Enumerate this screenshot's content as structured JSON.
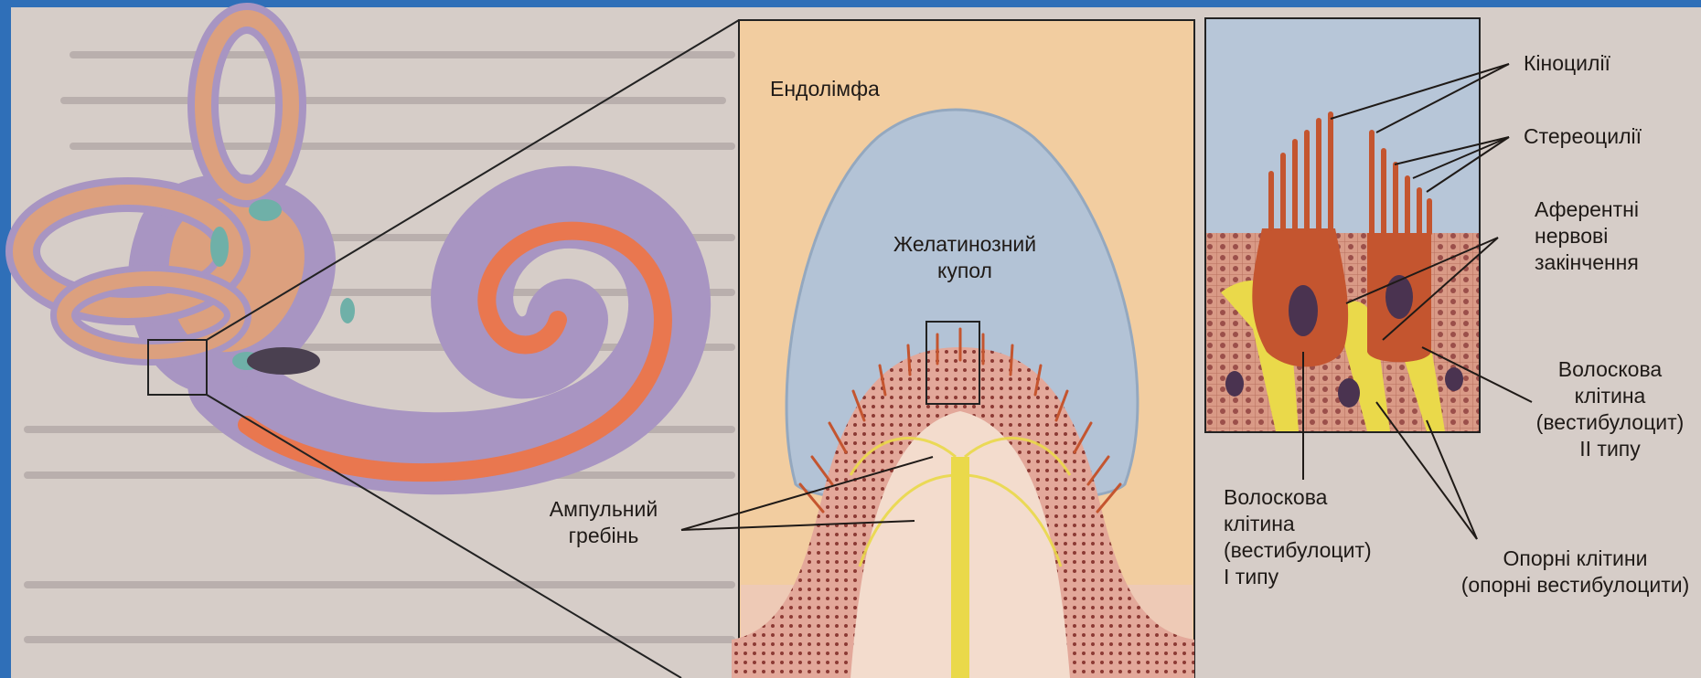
{
  "labels": {
    "endolymph": "Ендолімфа",
    "cupula": [
      "Желатинозний",
      "купол"
    ],
    "ampullary_crest": [
      "Ампульний",
      "гребінь"
    ],
    "kinocilia": "Кіноцилії",
    "stereocilia": "Стереоцилії",
    "afferent": [
      "Аферентні",
      "нервові",
      "закінчення"
    ],
    "hair_cell_type2": [
      "Волоскова",
      "клітина",
      "(вестибулоцит)",
      "ІІ типу"
    ],
    "hair_cell_type1": [
      "Волоскова",
      "клітина",
      "(вестибулоцит)",
      "І типу"
    ],
    "supporting_cells": [
      "Опорні клітини",
      "(опорні вестибулоцити)"
    ]
  },
  "colors": {
    "frame": "#2f6fb8",
    "page": "#d4cbc6",
    "labyrinth_purple": "#a895c2",
    "labyrinth_tan": "#dca07e",
    "cochlea_orange": "#e9774f",
    "panel_bg": "#f2cda0",
    "cupula_blue": "#b3c3d6",
    "hair_cell": "#c4552f",
    "afferent_yellow": "#ead94a"
  }
}
